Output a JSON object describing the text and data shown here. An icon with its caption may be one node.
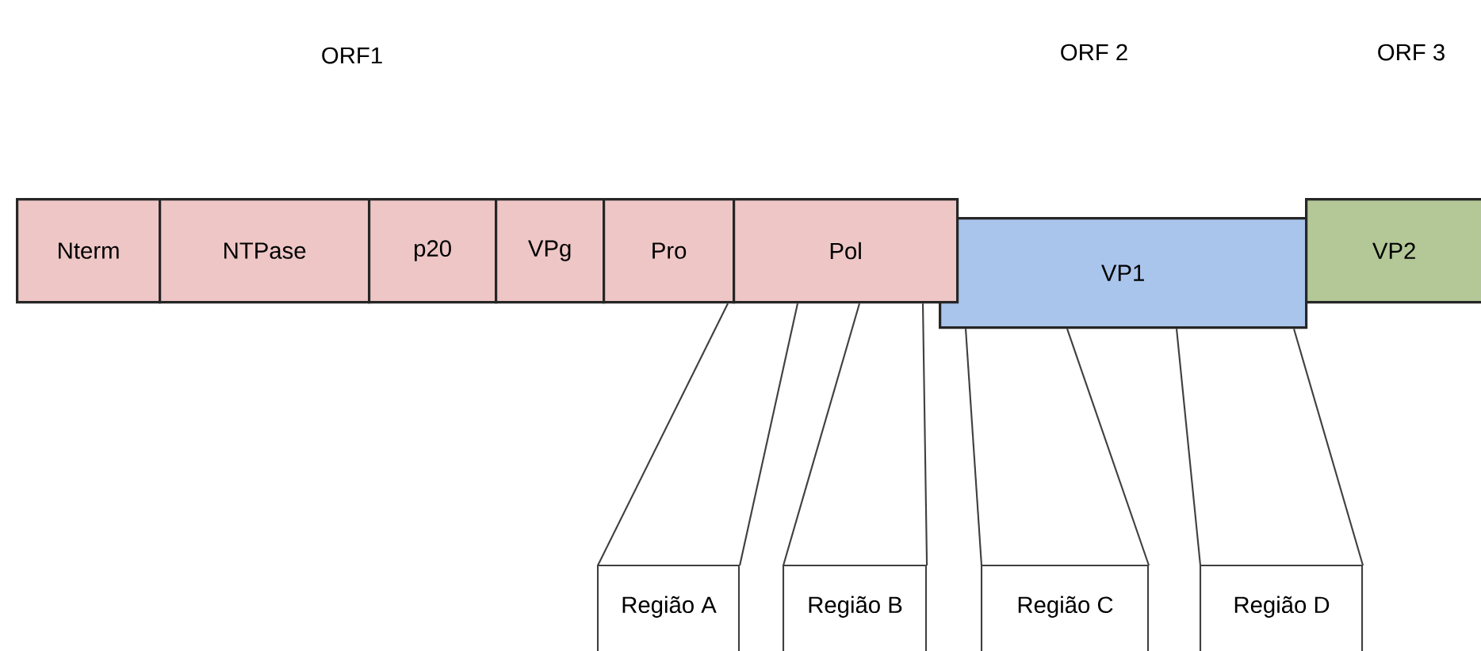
{
  "diagram": {
    "nodes": [
      {
        "text": [
          "Nterm"
        ]
      },
      {
        "text": [
          "NTPase"
        ]
      },
      {
        "text": [
          "p20"
        ]
      },
      {
        "text": [
          "VPg"
        ]
      },
      {
        "text": [
          "Pro"
        ]
      },
      {
        "text": [
          "Pol"
        ]
      },
      {
        "text": [
          "VP1"
        ]
      },
      {
        "text": [
          "VP2"
        ]
      },
      {
        "text": [
          "Região A"
        ]
      },
      {
        "text": [
          "Região B"
        ]
      },
      {
        "text": [
          "Região C"
        ]
      },
      {
        "text": [
          "Região D"
        ]
      }
    ],
    "edges": [
      {
        "from": 8,
        "to": 5,
        "arrow": "none"
      },
      {
        "from": 8,
        "to": 5,
        "arrow": "none"
      },
      {
        "from": 9,
        "to": 5,
        "arrow": "none"
      },
      {
        "from": 9,
        "to": 5,
        "arrow": "none"
      },
      {
        "from": 10,
        "to": 6,
        "arrow": "none"
      },
      {
        "from": 10,
        "to": 6,
        "arrow": "none"
      },
      {
        "from": 11,
        "to": 6,
        "arrow": "none"
      },
      {
        "from": 11,
        "to": 6,
        "arrow": "none"
      }
    ],
    "labels": [
      "ORF1",
      "ORF 2",
      "ORF 3"
    ]
  }
}
